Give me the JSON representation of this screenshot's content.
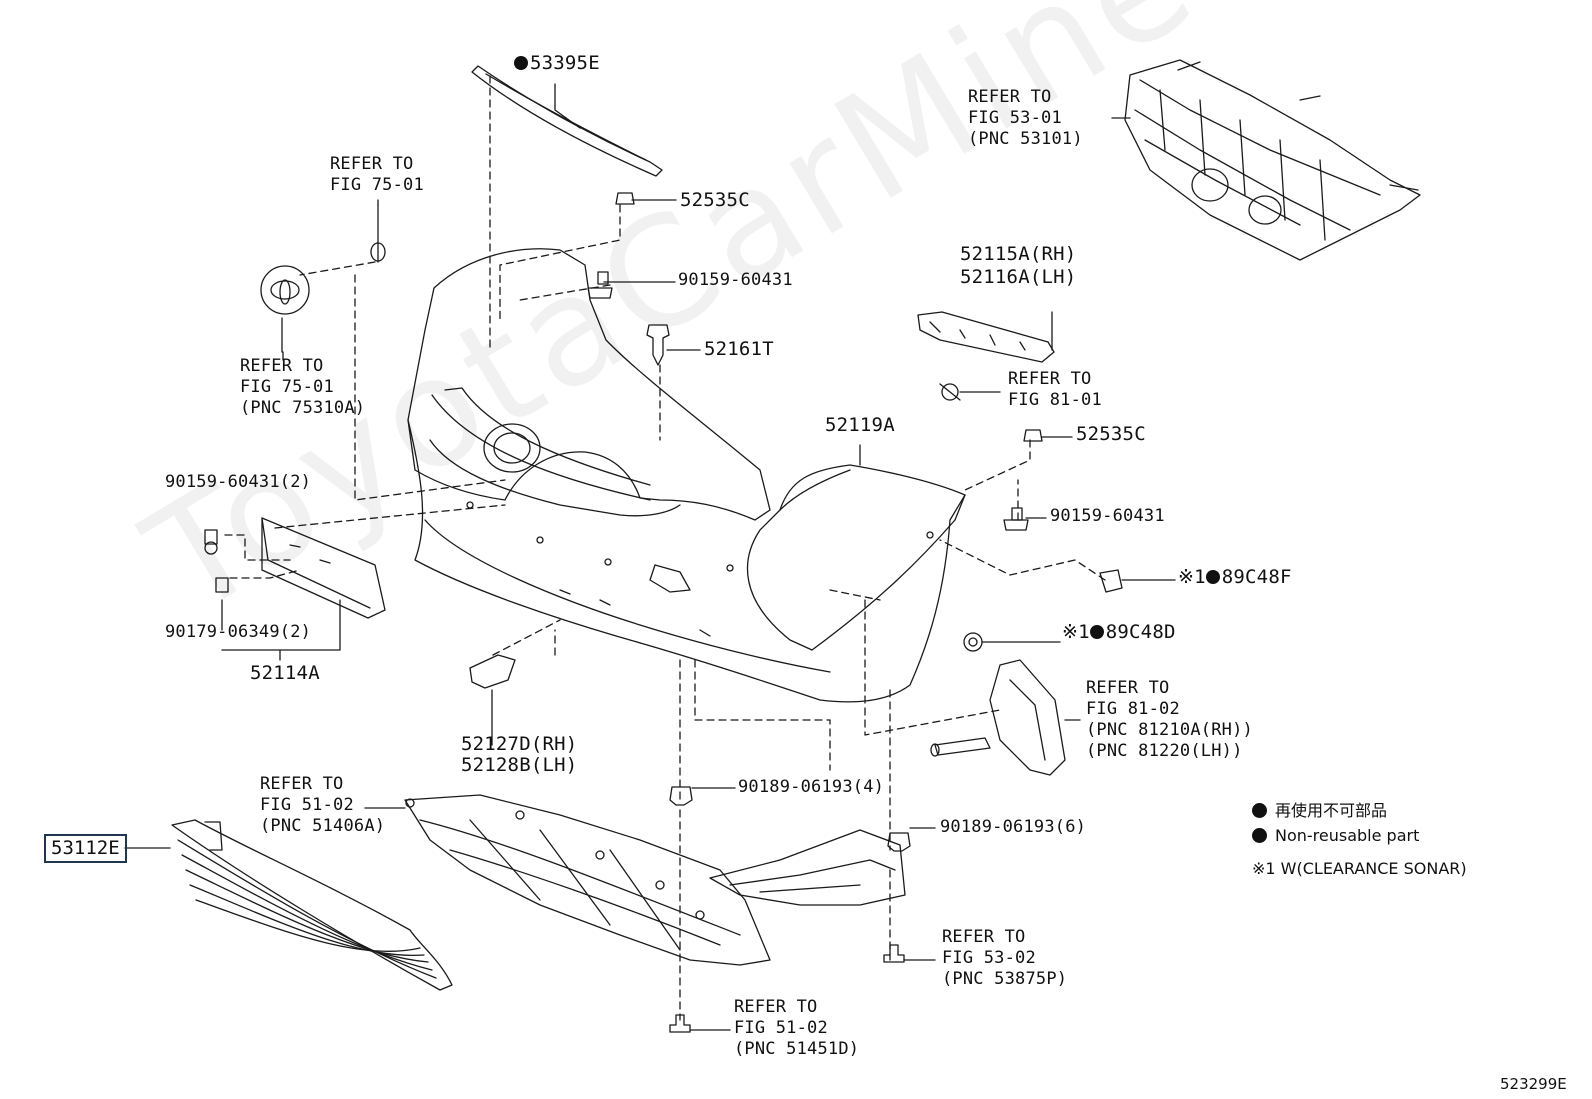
{
  "watermark": "ToyotaCarMine.ru",
  "figure_ref": "523299E",
  "callouts": {
    "p53395E": "53395E",
    "p52535C_top": "52535C",
    "p90159_top": "90159-60431",
    "p52161T": "52161T",
    "p52115A": "52115A(RH)",
    "p52116A": "52116A(LH)",
    "p52119A": "52119A",
    "p52535C_mid": "52535C",
    "p90159_mid": "90159-60431",
    "p89C48F": "89C48F",
    "p89C48D": "89C48D",
    "p90159_2": "90159-60431(2)",
    "p90179": "90179-06349(2)",
    "p52114A": "52114A",
    "p52127D": "52127D(RH)",
    "p52128B": "52128B(LH)",
    "p90189_4": "90189-06193(4)",
    "p90189_6": "90189-06193(6)",
    "p53112E": "53112E",
    "note_mark": "※1"
  },
  "refs": {
    "r1": [
      "REFER TO",
      "FIG 75-01"
    ],
    "r2": [
      "REFER TO",
      "FIG 75-01",
      "(PNC 75310A)"
    ],
    "r3": [
      "REFER TO",
      "FIG 53-01",
      "(PNC 53101)"
    ],
    "r4": [
      "REFER TO",
      "FIG 81-01"
    ],
    "r5": [
      "REFER TO",
      "FIG 81-02",
      "(PNC 81210A(RH))",
      "(PNC 81220(LH))"
    ],
    "r6": [
      "REFER TO",
      "FIG 51-02",
      "(PNC 51406A)"
    ],
    "r7": [
      "REFER TO",
      "FIG 53-02",
      "(PNC 53875P)"
    ],
    "r8": [
      "REFER TO",
      "FIG 51-02",
      "(PNC 51451D)"
    ]
  },
  "legend": {
    "item1": "再使用不可部品",
    "item2": "Non-reusable part",
    "note": "※1 W(CLEARANCE SONAR)"
  },
  "colors": {
    "line": "#1a1a1a",
    "highlight_border": "#1f3552"
  }
}
